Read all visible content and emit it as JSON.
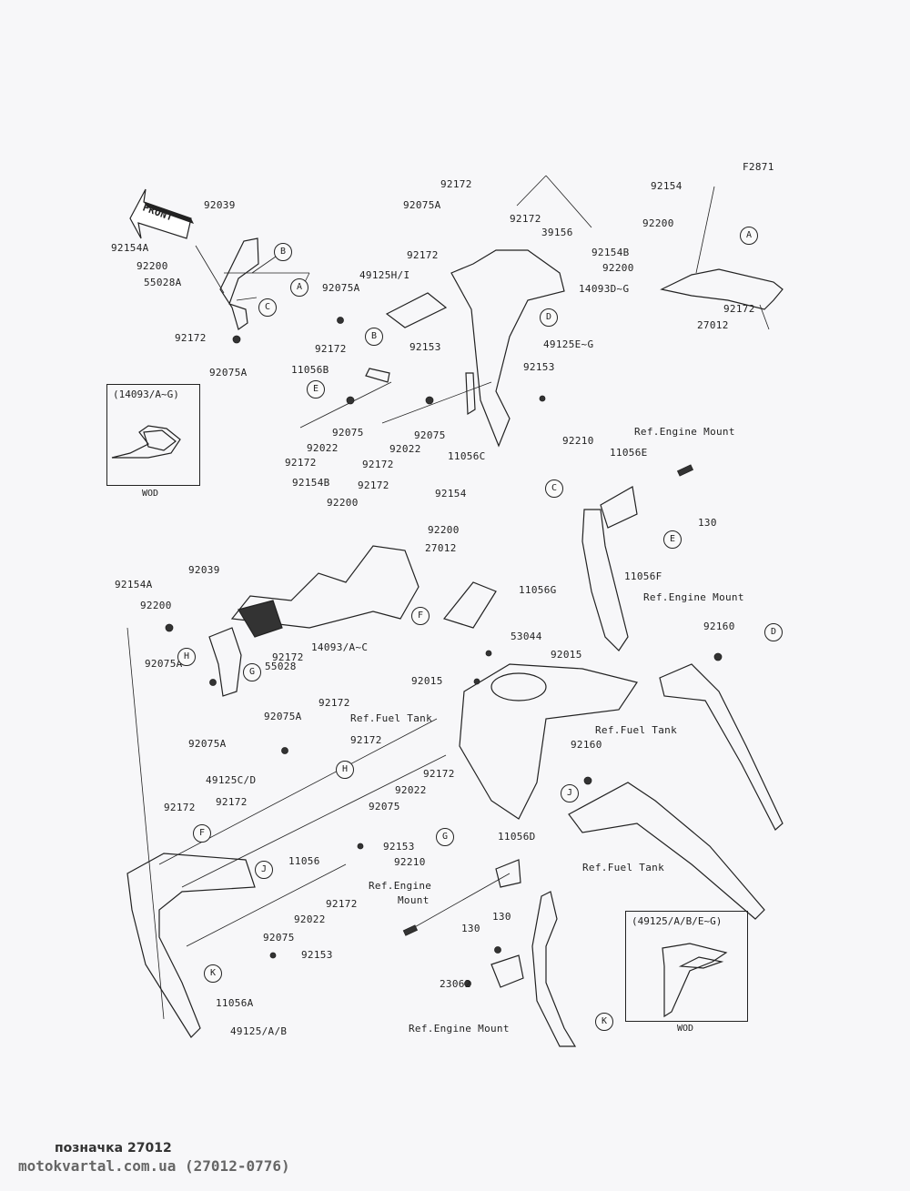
{
  "diagram": {
    "figure_code": "F2871",
    "front_indicator": "FRONT",
    "callouts": [
      {
        "id": "lbl-92039-top",
        "text": "92039"
      },
      {
        "id": "lbl-92154A-top",
        "text": "92154A"
      },
      {
        "id": "lbl-92200-topleft",
        "text": "92200"
      },
      {
        "id": "lbl-55028A",
        "text": "55028A"
      },
      {
        "id": "lbl-92172-topleft",
        "text": "92172"
      },
      {
        "id": "lbl-92075A-topleft",
        "text": "92075A"
      },
      {
        "id": "lbl-92075A-center-top",
        "text": "92075A"
      },
      {
        "id": "lbl-92172-center-top",
        "text": "92172"
      },
      {
        "id": "lbl-92172-center-right",
        "text": "92172"
      },
      {
        "id": "lbl-39156",
        "text": "39156"
      },
      {
        "id": "lbl-92172-center-mid",
        "text": "92172"
      },
      {
        "id": "lbl-49125HI",
        "text": "49125H/I"
      },
      {
        "id": "lbl-92075A-center-left",
        "text": "92075A"
      },
      {
        "id": "lbl-92172-center-b",
        "text": "92172"
      },
      {
        "id": "lbl-92153-center",
        "text": "92153"
      },
      {
        "id": "lbl-49125EG",
        "text": "49125E~G"
      },
      {
        "id": "lbl-11056B",
        "text": "11056B"
      },
      {
        "id": "lbl-92153-right",
        "text": "92153"
      },
      {
        "id": "lbl-92075-a",
        "text": "92075"
      },
      {
        "id": "lbl-92075-b",
        "text": "92075"
      },
      {
        "id": "lbl-92022-a",
        "text": "92022"
      },
      {
        "id": "lbl-92022-b",
        "text": "92022"
      },
      {
        "id": "lbl-92172-row-a",
        "text": "92172"
      },
      {
        "id": "lbl-92172-row-b",
        "text": "92172"
      },
      {
        "id": "lbl-11056C",
        "text": "11056C"
      },
      {
        "id": "lbl-92154-topright",
        "text": "92154"
      },
      {
        "id": "lbl-92200-topright",
        "text": "92200"
      },
      {
        "id": "lbl-92154B-topright",
        "text": "92154B"
      },
      {
        "id": "lbl-92200-topright-b",
        "text": "92200"
      },
      {
        "id": "lbl-14093DG",
        "text": "14093D~G"
      },
      {
        "id": "lbl-92172-topright",
        "text": "92172"
      },
      {
        "id": "lbl-27012-topright",
        "text": "27012"
      },
      {
        "id": "lbl-92210-right",
        "text": "92210"
      },
      {
        "id": "lbl-11056E",
        "text": "11056E"
      },
      {
        "id": "lbl-ref-engine-mount-1",
        "text": "Ref.Engine Mount"
      },
      {
        "id": "lbl-130-right",
        "text": "130"
      },
      {
        "id": "lbl-11056F",
        "text": "11056F"
      },
      {
        "id": "lbl-ref-engine-mount-2",
        "text": "Ref.Engine Mount"
      },
      {
        "id": "lbl-92154B-mid",
        "text": "92154B"
      },
      {
        "id": "lbl-92172-mid",
        "text": "92172"
      },
      {
        "id": "lbl-92154-mid",
        "text": "92154"
      },
      {
        "id": "lbl-92200-mid",
        "text": "92200"
      },
      {
        "id": "lbl-92200-mid-right",
        "text": "92200"
      },
      {
        "id": "lbl-27012-mid",
        "text": "27012"
      },
      {
        "id": "lbl-92039-mid",
        "text": "92039"
      },
      {
        "id": "lbl-92154A-mid",
        "text": "92154A"
      },
      {
        "id": "lbl-11056G",
        "text": "11056G"
      },
      {
        "id": "lbl-92200-midleft",
        "text": "92200"
      },
      {
        "id": "lbl-92075A-midleft",
        "text": "92075A"
      },
      {
        "id": "lbl-14093AC",
        "text": "14093/A~C"
      },
      {
        "id": "lbl-92172-midleft",
        "text": "92172"
      },
      {
        "id": "lbl-53044",
        "text": "53044"
      },
      {
        "id": "lbl-92015-a",
        "text": "92015"
      },
      {
        "id": "lbl-92015-b",
        "text": "92015"
      },
      {
        "id": "lbl-55028",
        "text": "55028"
      },
      {
        "id": "lbl-92160-a",
        "text": "92160"
      },
      {
        "id": "lbl-92075A-lowleft",
        "text": "92075A"
      },
      {
        "id": "lbl-92172-low-a",
        "text": "92172"
      },
      {
        "id": "lbl-92075A-low",
        "text": "92075A"
      },
      {
        "id": "lbl-ref-fuel-tank-1",
        "text": "Ref.Fuel Tank"
      },
      {
        "id": "lbl-ref-fuel-tank-2",
        "text": "Ref.Fuel Tank"
      },
      {
        "id": "lbl-92172-low-b",
        "text": "92172"
      },
      {
        "id": "lbl-92160-b",
        "text": "92160"
      },
      {
        "id": "lbl-49125CD",
        "text": "49125C/D"
      },
      {
        "id": "lbl-92172-low-c",
        "text": "92172"
      },
      {
        "id": "lbl-92022-low",
        "text": "92022"
      },
      {
        "id": "lbl-92075-low",
        "text": "92075"
      },
      {
        "id": "lbl-92172-bl-a",
        "text": "92172"
      },
      {
        "id": "lbl-92172-bl-b",
        "text": "92172"
      },
      {
        "id": "lbl-11056",
        "text": "11056"
      },
      {
        "id": "lbl-92153-low",
        "text": "92153"
      },
      {
        "id": "lbl-92210-low",
        "text": "92210"
      },
      {
        "id": "lbl-11056D",
        "text": "11056D"
      },
      {
        "id": "lbl-ref-fuel-tank-3",
        "text": "Ref.Fuel Tank"
      },
      {
        "id": "lbl-ref-engine-mount-3",
        "text": "Ref.Engine"
      },
      {
        "id": "lbl-ref-engine-mount-3b",
        "text": "Mount"
      },
      {
        "id": "lbl-92172-bottom",
        "text": "92172"
      },
      {
        "id": "lbl-92022-bottom",
        "text": "92022"
      },
      {
        "id": "lbl-92075-bottom",
        "text": "92075"
      },
      {
        "id": "lbl-130-a",
        "text": "130"
      },
      {
        "id": "lbl-130-b",
        "text": "130"
      },
      {
        "id": "lbl-92153-bottom",
        "text": "92153"
      },
      {
        "id": "lbl-23062",
        "text": "23062"
      },
      {
        "id": "lbl-11056A",
        "text": "11056A"
      },
      {
        "id": "lbl-49125AB",
        "text": "49125/A/B"
      },
      {
        "id": "lbl-ref-engine-mount-4",
        "text": "Ref.Engine Mount"
      }
    ],
    "reference_markers": [
      "A",
      "B",
      "C",
      "D",
      "E",
      "F",
      "G",
      "H",
      "J",
      "K"
    ],
    "insets": [
      {
        "title": "(14093/A~G)",
        "caption": "WOD"
      },
      {
        "title": "(49125/A/B/E~G)",
        "caption": "WOD"
      }
    ]
  },
  "footer": {
    "title": "позначка 27012",
    "source": "motokvartal.com.ua (27012-0776)"
  }
}
